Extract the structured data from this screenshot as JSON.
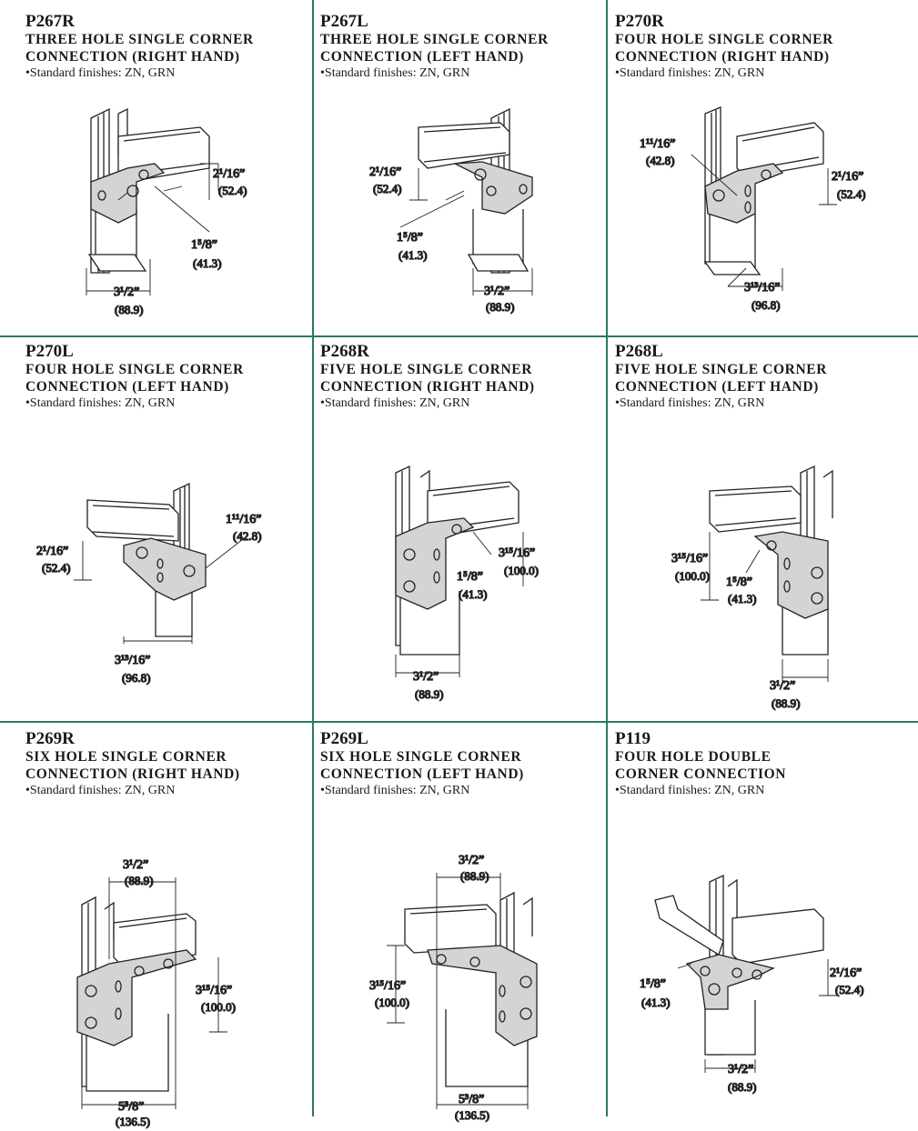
{
  "products": [
    {
      "part": "P267R",
      "title_line1": "THREE HOLE SINGLE CORNER",
      "title_line2": "CONNECTION (RIGHT HAND)",
      "finishes": "•Standard finishes: ZN, GRN",
      "dims": [
        {
          "frac": "2¹/16”",
          "mm": "(52.4)"
        },
        {
          "frac": "1⁵/8”",
          "mm": "(41.3)"
        },
        {
          "frac": "3¹/2”",
          "mm": "(88.9)"
        }
      ]
    },
    {
      "part": "P267L",
      "title_line1": "THREE HOLE SINGLE CORNER",
      "title_line2": "CONNECTION (LEFT HAND)",
      "finishes": "•Standard finishes: ZN, GRN",
      "dims": [
        {
          "frac": "2¹/16”",
          "mm": "(52.4)"
        },
        {
          "frac": "1⁵/8”",
          "mm": "(41.3)"
        },
        {
          "frac": "3¹/2”",
          "mm": "(88.9)"
        }
      ]
    },
    {
      "part": "P270R",
      "title_line1": "FOUR HOLE SINGLE CORNER",
      "title_line2": "CONNECTION (RIGHT HAND)",
      "finishes": "•Standard finishes: ZN, GRN",
      "dims": [
        {
          "frac": "1¹¹/16”",
          "mm": "(42.8)"
        },
        {
          "frac": "2¹/16”",
          "mm": "(52.4)"
        },
        {
          "frac": "3¹³/16”",
          "mm": "(96.8)"
        }
      ]
    },
    {
      "part": "P270L",
      "title_line1": "FOUR HOLE SINGLE CORNER",
      "title_line2": "CONNECTION (LEFT HAND)",
      "finishes": "•Standard finishes: ZN, GRN",
      "dims": [
        {
          "frac": "2¹/16”",
          "mm": "(52.4)"
        },
        {
          "frac": "1¹¹/16”",
          "mm": "(42.8)"
        },
        {
          "frac": "3¹³/16”",
          "mm": "(96.8)"
        }
      ]
    },
    {
      "part": "P268R",
      "title_line1": "FIVE HOLE SINGLE CORNER",
      "title_line2": "CONNECTION (RIGHT HAND)",
      "finishes": "•Standard finishes: ZN, GRN",
      "dims": [
        {
          "frac": "3¹⁵/16”",
          "mm": "(100.0)"
        },
        {
          "frac": "1⁵/8”",
          "mm": "(41.3)"
        },
        {
          "frac": "3¹/2”",
          "mm": "(88.9)"
        }
      ]
    },
    {
      "part": "P268L",
      "title_line1": "FIVE HOLE SINGLE CORNER",
      "title_line2": "CONNECTION (LEFT HAND)",
      "finishes": "•Standard finishes: ZN, GRN",
      "dims": [
        {
          "frac": "3¹⁵/16”",
          "mm": "(100.0)"
        },
        {
          "frac": "1⁵/8”",
          "mm": "(41.3)"
        },
        {
          "frac": "3¹/2”",
          "mm": "(88.9)"
        }
      ]
    },
    {
      "part": "P269R",
      "title_line1": "SIX HOLE SINGLE CORNER",
      "title_line2": "CONNECTION (RIGHT HAND)",
      "finishes": "•Standard finishes: ZN, GRN",
      "dims": [
        {
          "frac": "3¹/2”",
          "mm": "(88.9)"
        },
        {
          "frac": "3¹⁵/16”",
          "mm": "(100.0)"
        },
        {
          "frac": "5³/8”",
          "mm": "(136.5)"
        }
      ]
    },
    {
      "part": "P269L",
      "title_line1": "SIX HOLE SINGLE CORNER",
      "title_line2": "CONNECTION (LEFT HAND)",
      "finishes": "•Standard finishes: ZN, GRN",
      "dims": [
        {
          "frac": "3¹/2”",
          "mm": "(88.9)"
        },
        {
          "frac": "3¹⁵/16”",
          "mm": "(100.0)"
        },
        {
          "frac": "5³/8”",
          "mm": "(136.5)"
        }
      ]
    },
    {
      "part": "P119",
      "title_line1": "FOUR HOLE DOUBLE",
      "title_line2": "CORNER CONNECTION",
      "finishes": "•Standard finishes: ZN, GRN",
      "dims": [
        {
          "frac": "2¹/16”",
          "mm": "(52.4)"
        },
        {
          "frac": "1⁵/8”",
          "mm": "(41.3)"
        },
        {
          "frac": "3¹/2”",
          "mm": "(88.9)"
        }
      ]
    }
  ],
  "colors": {
    "divider": "#2a7a5e",
    "plate": "#d4d4d4",
    "line": "#222222"
  }
}
